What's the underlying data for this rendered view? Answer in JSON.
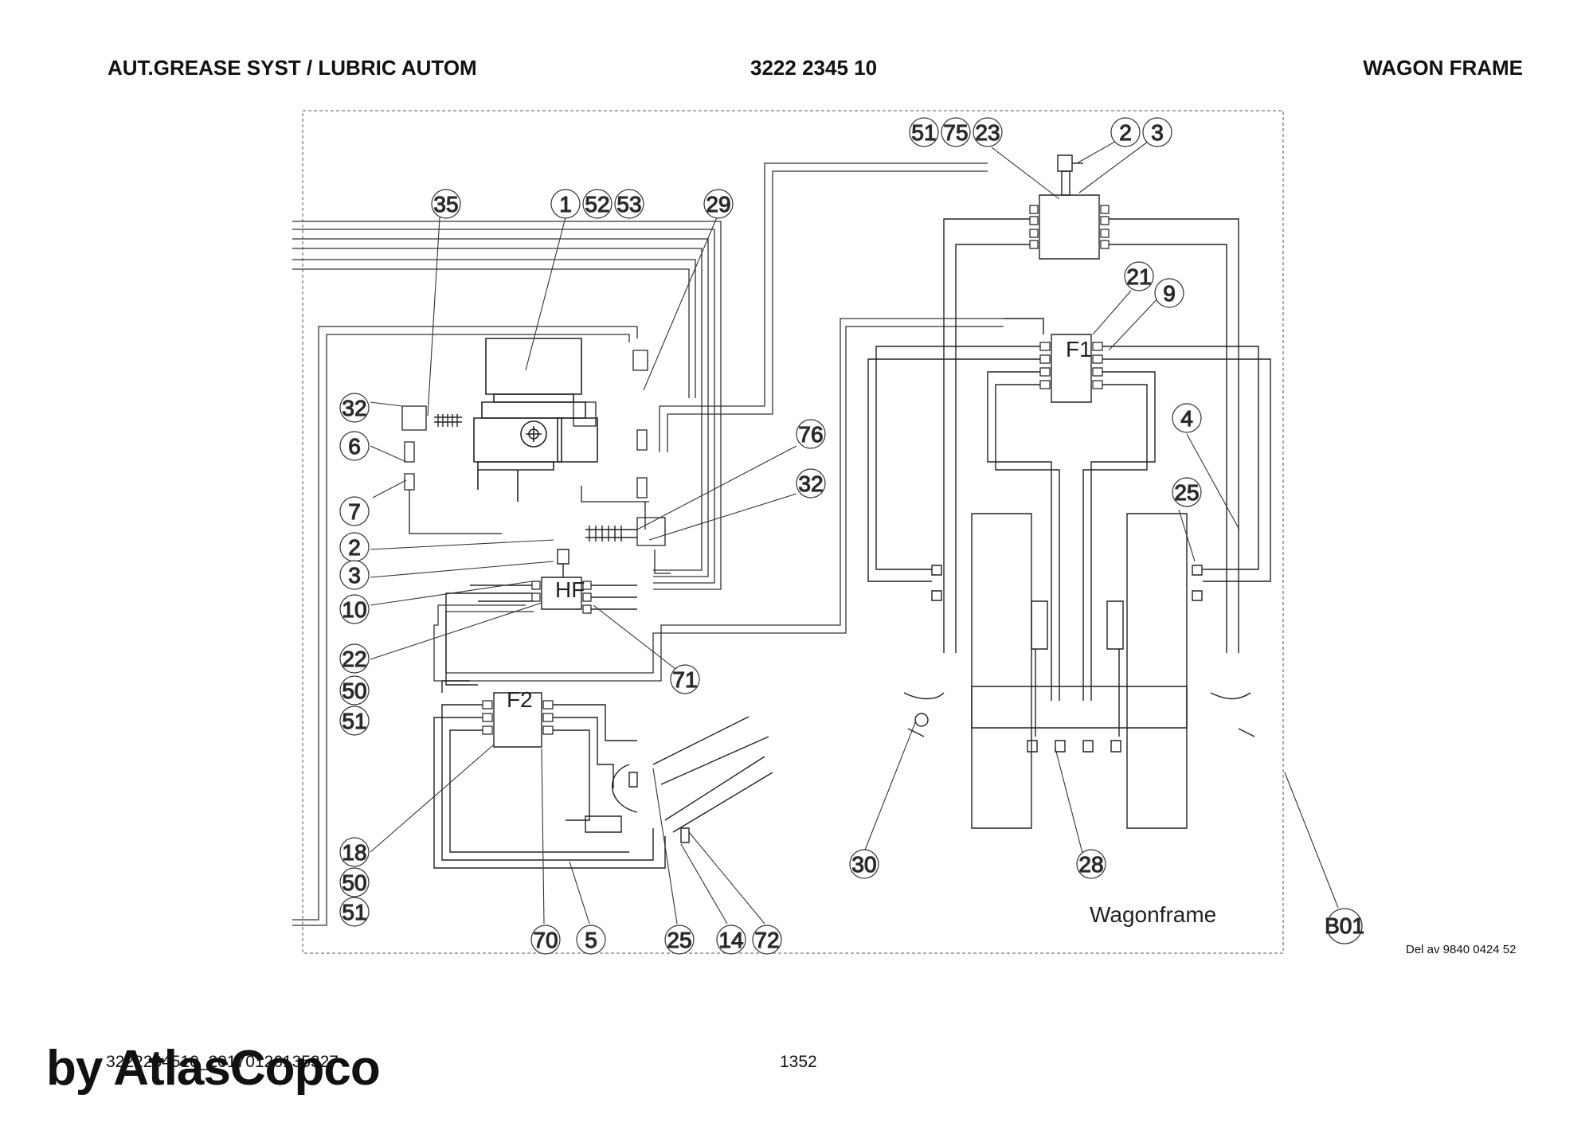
{
  "header": {
    "left": "AUT.GREASE SYST / LUBRIC AUTOM",
    "center": "3222 2345 10",
    "right": "WAGON FRAME"
  },
  "diagram": {
    "frame_label": "Wagonframe",
    "distributor_labels": {
      "hf": "HF",
      "f1": "F1",
      "f2": "F2"
    },
    "callouts": [
      "51",
      "75",
      "23",
      "2",
      "3",
      "35",
      "1",
      "52",
      "53",
      "29",
      "21",
      "9",
      "32",
      "6",
      "7",
      "2",
      "3",
      "10",
      "22",
      "50",
      "51",
      "4",
      "76",
      "32",
      "25",
      "71",
      "18",
      "50",
      "51",
      "70",
      "5",
      "25",
      "14",
      "72",
      "30",
      "28",
      "B01"
    ]
  },
  "del_ref": "Del av 9840 0424 52",
  "footer": {
    "doc_id": "3222234510_20170126135327",
    "page": "1352",
    "brand": "by AtlasCopco"
  }
}
